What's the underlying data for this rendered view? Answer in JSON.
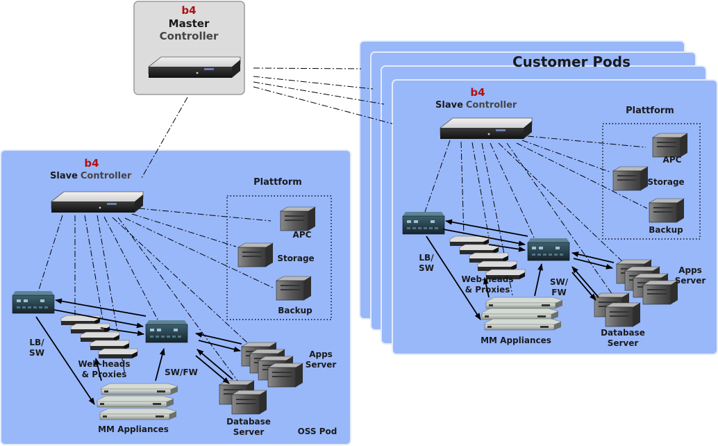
{
  "master": {
    "brand": "b4",
    "line1": "Master",
    "line2": "Controller"
  },
  "customer_pods": {
    "title": "Customer Pods",
    "stacked_count": 4,
    "slave": {
      "brand": "b4",
      "word1": "Slave",
      "word2": "Controller"
    },
    "platform": {
      "title": "Plattform",
      "items": [
        "APC",
        "Storage",
        "Backup"
      ]
    },
    "lb_sw": [
      "LB/",
      "SW"
    ],
    "web_heads": [
      "Web-heads",
      "& Proxies"
    ],
    "sw_fw": [
      "SW/",
      "FW"
    ],
    "apps_server": [
      "Apps",
      "Server"
    ],
    "database_server": [
      "Database",
      "Server"
    ],
    "mm_appliances": "MM Appliances"
  },
  "oss_pod": {
    "name": "OSS Pod",
    "slave": {
      "brand": "b4",
      "word1": "Slave",
      "word2": "Controller"
    },
    "platform": {
      "title": "Plattform",
      "items": [
        "APC",
        "Storage",
        "Backup"
      ]
    },
    "lb_sw": [
      "LB/",
      "SW"
    ],
    "web_heads": [
      "Web-heads",
      "& Proxies"
    ],
    "sw_fw": "SW/FW",
    "apps_server": [
      "Apps",
      "Server"
    ],
    "database_server": [
      "Database",
      "Server"
    ],
    "mm_appliances": "MM Appliances"
  },
  "colors": {
    "pod_fill": "#99b8fa",
    "pod_border": "#d8e4fc",
    "master_fill": "#dcdcdc",
    "brand_red": "#b01010"
  }
}
